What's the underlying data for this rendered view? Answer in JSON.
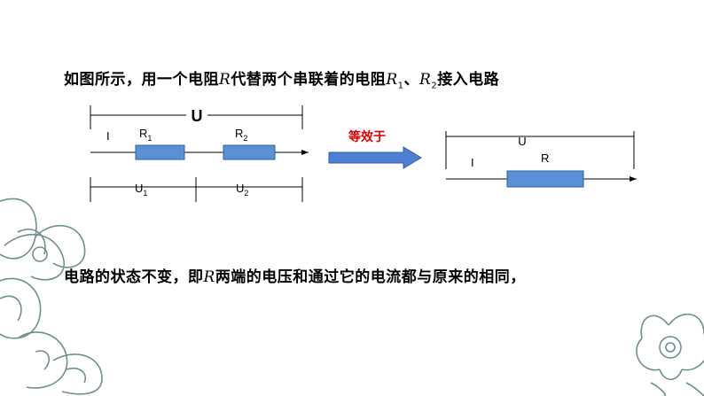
{
  "slide": {
    "line1": {
      "prefix": "如图所示，用一个电阻",
      "var_r": "R",
      "mid": "代替两个串联着的电阻",
      "var_r1": "R",
      "sub_r1": "1",
      "sep": "、",
      "var_r2": "R",
      "sub_r2": "2",
      "suffix": "接入电路"
    },
    "line2": {
      "prefix": "电路的状态不变，即",
      "var_r": "R",
      "suffix": "两端的电压和通过它的电流都与原来的相同，"
    }
  },
  "left_circuit": {
    "voltage_label": "U",
    "current_label": "I",
    "r1_label": "R",
    "r1_sub": "1",
    "r2_label": "R",
    "r2_sub": "2",
    "u1_label": "U",
    "u1_sub": "1",
    "u2_label": "U",
    "u2_sub": "2"
  },
  "equivalence": {
    "label": "等效于",
    "label_color": "#e00000",
    "arrow_color": "#4f7fd3"
  },
  "right_circuit": {
    "voltage_label": "U",
    "current_label": "I",
    "r_label": "R"
  },
  "colors": {
    "resistor_fill": "#5b8fd6",
    "resistor_stroke": "#2e5fa8",
    "decor_stroke": "#6f8f8f"
  }
}
